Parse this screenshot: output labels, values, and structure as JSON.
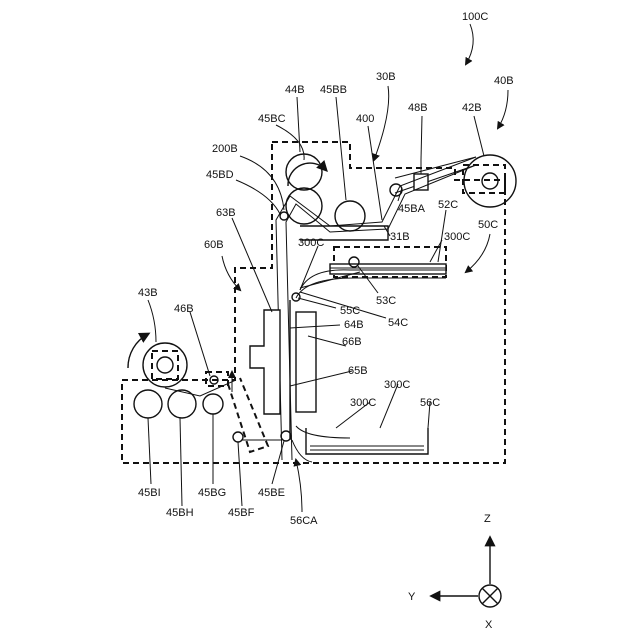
{
  "labels": {
    "l100C": "100C",
    "l40B": "40B",
    "l42B": "42B",
    "l30B": "30B",
    "l48B": "48B",
    "l44B": "44B",
    "l45BB": "45BB",
    "l400": "400",
    "l45BC": "45BC",
    "l200B": "200B",
    "l45BD": "45BD",
    "l45BA": "45BA",
    "l52C": "52C",
    "l50C": "50C",
    "l31B": "31B",
    "l300C_a": "300C",
    "l300C_b": "300C",
    "l63B": "63B",
    "l60B": "60B",
    "l53C": "53C",
    "l54C": "54C",
    "l55C": "55C",
    "l64B": "64B",
    "l43B": "43B",
    "l46B": "46B",
    "l66B": "66B",
    "l65B": "65B",
    "l300C_c": "300C",
    "l300C_d": "300C",
    "l56C": "56C",
    "l45BI": "45BI",
    "l45BG": "45BG",
    "l45BE": "45BE",
    "l45BH": "45BH",
    "l45BF": "45BF",
    "l56CA": "56CA"
  },
  "axes": {
    "z": "Z",
    "y": "Y",
    "x": "X"
  }
}
